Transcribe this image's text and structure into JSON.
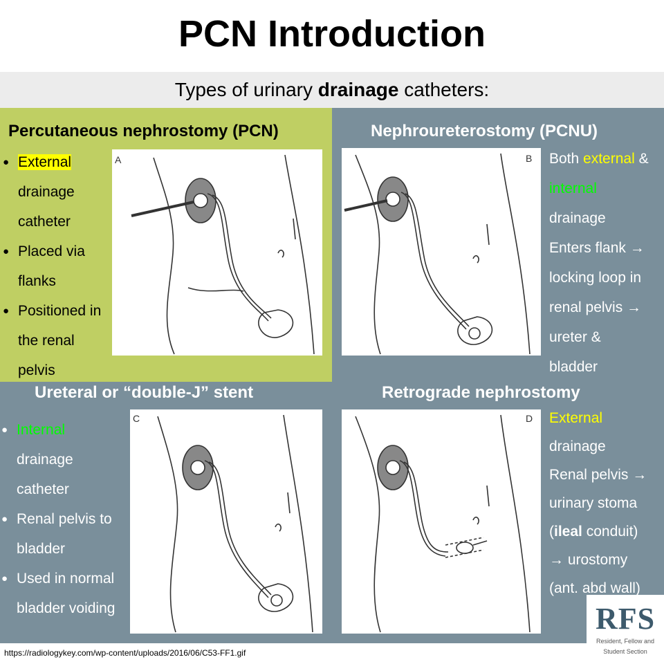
{
  "title": "PCN Introduction",
  "subtitle": {
    "before": "Types of urinary ",
    "bold": "drainage",
    "after": " catheters:"
  },
  "panels": {
    "a": {
      "heading": "Percutaneous nephrostomy (PCN)",
      "letter": "A",
      "b1": "External",
      "b1b": "drainage",
      "b1c": "catheter",
      "b2": "Placed via",
      "b2b": "flanks",
      "b3": "Positioned in",
      "b3b": "the renal",
      "b3c": "pelvis"
    },
    "b": {
      "heading": "Nephroureterostomy (PCNU)",
      "letter": "B",
      "b1a": "Both ",
      "b1b": "external",
      "b1c": " &",
      "b1d": "internal",
      "b1e": "drainage",
      "b2a": "Enters flank →",
      "b2b": "locking loop in",
      "b2c": "renal pelvis →",
      "b2d": "ureter &",
      "b2e": "bladder"
    },
    "c": {
      "heading": "Ureteral or “double-J” stent",
      "letter": "C",
      "b1a": "Internal",
      "b1b": "drainage",
      "b1c": "catheter",
      "b2a": "Renal pelvis to",
      "b2b": "bladder",
      "b3a": "Used in normal",
      "b3b": "bladder voiding"
    },
    "d": {
      "heading": "Retrograde nephrostomy",
      "letter": "D",
      "b1a": "External",
      "b1b": "drainage",
      "b2a": "Renal pelvis →",
      "b2b": "urinary stoma",
      "b2c": "(",
      "b2d": "ileal",
      "b2e": " conduit)",
      "b2f": "→ urostomy",
      "b2g": "(ant. abd wall)"
    }
  },
  "source": "https://radiologykey.com/wp-content/uploads/2016/06/C53-FF1.gif",
  "logo": {
    "text": "RFS",
    "line1": "Resident, Fellow and",
    "line2": "Student Section"
  },
  "colors": {
    "green_panel": "#bfcf63",
    "slate_panel": "#7a8f9b",
    "highlight_yellow": "#ffff00",
    "highlight_green": "#00ff00"
  }
}
